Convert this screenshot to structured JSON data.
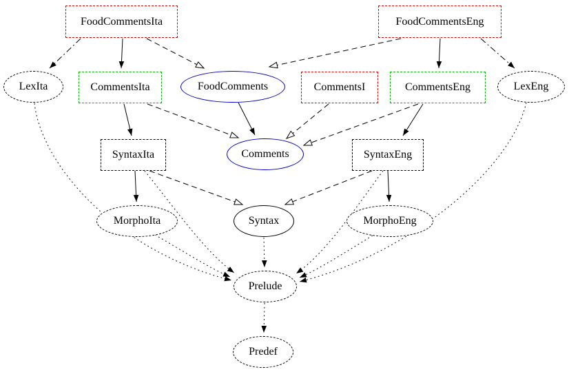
{
  "diagram": {
    "description": "Module dependency graph of a multilingual grammar",
    "colors": {
      "abstract_module_box": "#e00000",
      "concrete_module_box": "#00b400",
      "abstract_ellipse": "#0000cd",
      "default_stroke": "#000000",
      "background": "#ffffff"
    },
    "nodes": {
      "foodCommentsIta": {
        "label": "FoodCommentsIta",
        "shape": "box",
        "border": "dashed",
        "color": "#e00000"
      },
      "foodCommentsEng": {
        "label": "FoodCommentsEng",
        "shape": "box",
        "border": "dashed",
        "color": "#e00000"
      },
      "lexIta": {
        "label": "LexIta",
        "shape": "ellipse",
        "border": "dashed",
        "color": "#000000"
      },
      "commentsIta": {
        "label": "CommentsIta",
        "shape": "box",
        "border": "dashed",
        "color": "#00b400"
      },
      "foodComments": {
        "label": "FoodComments",
        "shape": "ellipse",
        "border": "solid",
        "color": "#0000cd"
      },
      "commentsI": {
        "label": "CommentsI",
        "shape": "box",
        "border": "dashed",
        "color": "#e00000"
      },
      "commentsEng": {
        "label": "CommentsEng",
        "shape": "box",
        "border": "dashed",
        "color": "#00b400"
      },
      "lexEng": {
        "label": "LexEng",
        "shape": "ellipse",
        "border": "dashed",
        "color": "#000000"
      },
      "syntaxIta": {
        "label": "SyntaxIta",
        "shape": "box",
        "border": "dashed",
        "color": "#000000"
      },
      "comments": {
        "label": "Comments",
        "shape": "ellipse",
        "border": "solid",
        "color": "#0000cd"
      },
      "syntaxEng": {
        "label": "SyntaxEng",
        "shape": "box",
        "border": "dashed",
        "color": "#000000"
      },
      "morphoIta": {
        "label": "MorphoIta",
        "shape": "ellipse",
        "border": "dashed",
        "color": "#000000"
      },
      "syntax": {
        "label": "Syntax",
        "shape": "ellipse",
        "border": "solid",
        "color": "#000000"
      },
      "morphoEng": {
        "label": "MorphoEng",
        "shape": "ellipse",
        "border": "dashed",
        "color": "#000000"
      },
      "prelude": {
        "label": "Prelude",
        "shape": "ellipse",
        "border": "dashed",
        "color": "#000000"
      },
      "predef": {
        "label": "Predef",
        "shape": "ellipse",
        "border": "dashed",
        "color": "#000000"
      }
    },
    "edges": [
      {
        "from": "FoodCommentsIta",
        "to": "CommentsIta",
        "style": "solid",
        "arrowhead": "filled"
      },
      {
        "from": "FoodCommentsIta",
        "to": "FoodComments",
        "style": "dashed",
        "arrowhead": "open"
      },
      {
        "from": "FoodCommentsIta",
        "to": "LexIta",
        "style": "dashdot",
        "arrowhead": "filled"
      },
      {
        "from": "FoodCommentsEng",
        "to": "CommentsEng",
        "style": "solid",
        "arrowhead": "filled"
      },
      {
        "from": "FoodCommentsEng",
        "to": "FoodComments",
        "style": "dashed",
        "arrowhead": "open"
      },
      {
        "from": "FoodCommentsEng",
        "to": "LexEng",
        "style": "dashdot",
        "arrowhead": "filled"
      },
      {
        "from": "CommentsIta",
        "to": "SyntaxIta",
        "style": "solid",
        "arrowhead": "filled"
      },
      {
        "from": "CommentsIta",
        "to": "Comments",
        "style": "dashed",
        "arrowhead": "open"
      },
      {
        "from": "FoodComments",
        "to": "Comments",
        "style": "solid",
        "arrowhead": "filled"
      },
      {
        "from": "CommentsI",
        "to": "Comments",
        "style": "dashed",
        "arrowhead": "open"
      },
      {
        "from": "CommentsEng",
        "to": "Comments",
        "style": "dashed",
        "arrowhead": "open"
      },
      {
        "from": "CommentsEng",
        "to": "SyntaxEng",
        "style": "solid",
        "arrowhead": "filled"
      },
      {
        "from": "SyntaxIta",
        "to": "MorphoIta",
        "style": "solid",
        "arrowhead": "filled"
      },
      {
        "from": "SyntaxIta",
        "to": "Syntax",
        "style": "dashed",
        "arrowhead": "open"
      },
      {
        "from": "SyntaxEng",
        "to": "MorphoEng",
        "style": "solid",
        "arrowhead": "filled"
      },
      {
        "from": "SyntaxEng",
        "to": "Syntax",
        "style": "dashed",
        "arrowhead": "open"
      },
      {
        "from": "LexIta",
        "to": "Prelude",
        "style": "dotted",
        "arrowhead": "filled"
      },
      {
        "from": "MorphoIta",
        "to": "Prelude",
        "style": "dotted",
        "arrowhead": "filled"
      },
      {
        "from": "SyntaxIta",
        "to": "Prelude",
        "style": "dotted",
        "arrowhead": "filled"
      },
      {
        "from": "Syntax",
        "to": "Prelude",
        "style": "dotted",
        "arrowhead": "filled"
      },
      {
        "from": "MorphoEng",
        "to": "Prelude",
        "style": "dotted",
        "arrowhead": "filled"
      },
      {
        "from": "SyntaxEng",
        "to": "Prelude",
        "style": "dotted",
        "arrowhead": "filled"
      },
      {
        "from": "LexEng",
        "to": "Prelude",
        "style": "dotted",
        "arrowhead": "filled"
      },
      {
        "from": "Prelude",
        "to": "Predef",
        "style": "dotted",
        "arrowhead": "filled"
      }
    ]
  }
}
